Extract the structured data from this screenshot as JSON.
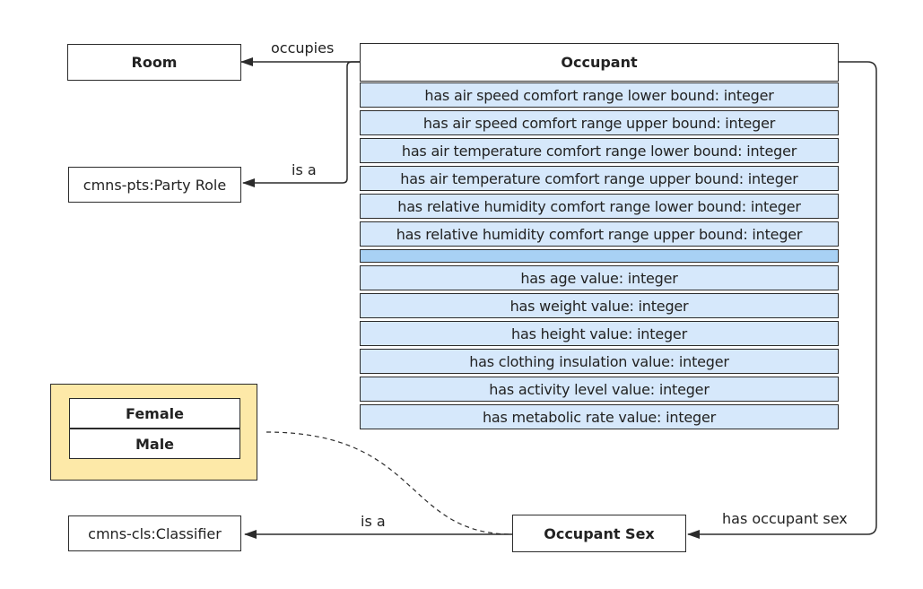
{
  "nodes": {
    "room": "Room",
    "party_role": "cmns-pts:Party Role",
    "occupant": "Occupant",
    "occupant_sex": "Occupant Sex",
    "classifier": "cmns-cls:Classifier"
  },
  "occupant_properties": [
    "has air speed comfort range lower bound: integer",
    "has air speed comfort range upper bound: integer",
    "has air temperature comfort range lower bound: integer",
    "has air temperature comfort range upper bound: integer",
    "has relative humidity comfort range lower bound: integer",
    "has relative humidity comfort range upper bound: integer",
    "",
    "has age value: integer",
    "has weight value: integer",
    "has height value: integer",
    "has clothing insulation value: integer",
    "has activity level value: integer",
    "has metabolic rate value: integer"
  ],
  "enumeration": {
    "items": [
      "Female",
      "Male"
    ]
  },
  "edges": {
    "occupies": "occupies",
    "is_a_party_role": "is a",
    "is_a_classifier": "is a",
    "has_occupant_sex": "has occupant sex"
  },
  "colors": {
    "property_fill": "#d6e8fb",
    "separator_fill": "#a8d1f4",
    "enumeration_fill": "#fde9a8",
    "line": "#2b2b2b"
  }
}
